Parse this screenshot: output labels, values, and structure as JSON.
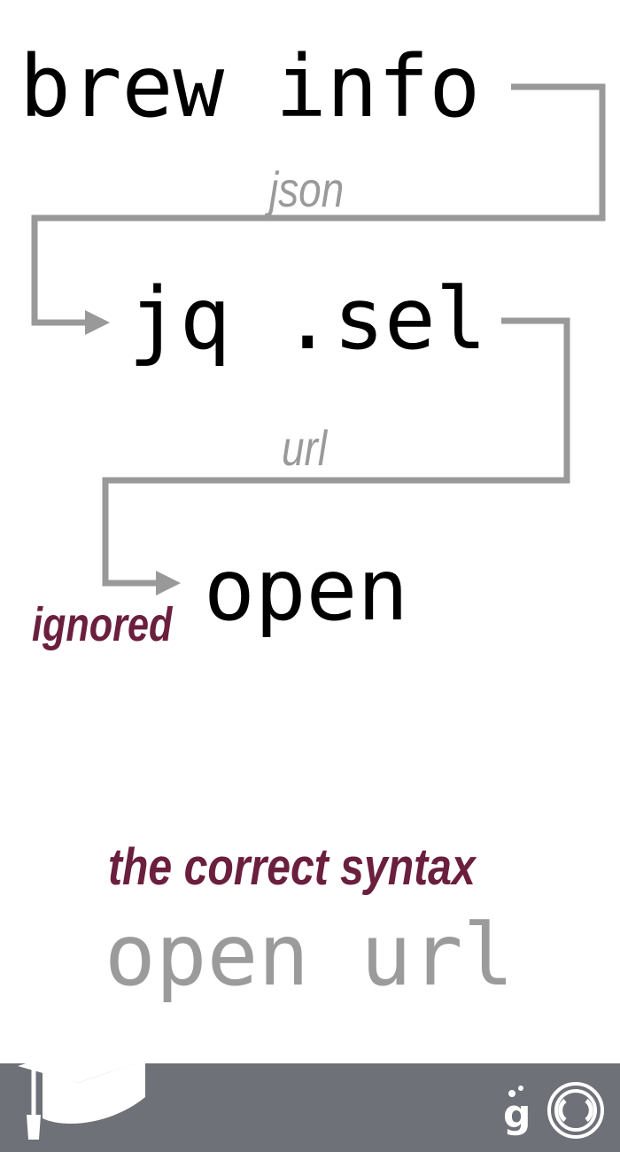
{
  "pipeline": {
    "step1": "brew info",
    "step2": "jq .sel",
    "step3": "open"
  },
  "connectors": {
    "label1": "json",
    "label2": "url"
  },
  "note": {
    "ignored": "ignored"
  },
  "answer": {
    "heading": "the correct syntax",
    "code": "open url"
  },
  "footer": {
    "left_icon": "graduation-cap-icon",
    "right_logo": "brand-logo"
  },
  "colors": {
    "arrow": "#999999",
    "accent": "#6b1f3e",
    "footer_bg": "#6e7177"
  }
}
